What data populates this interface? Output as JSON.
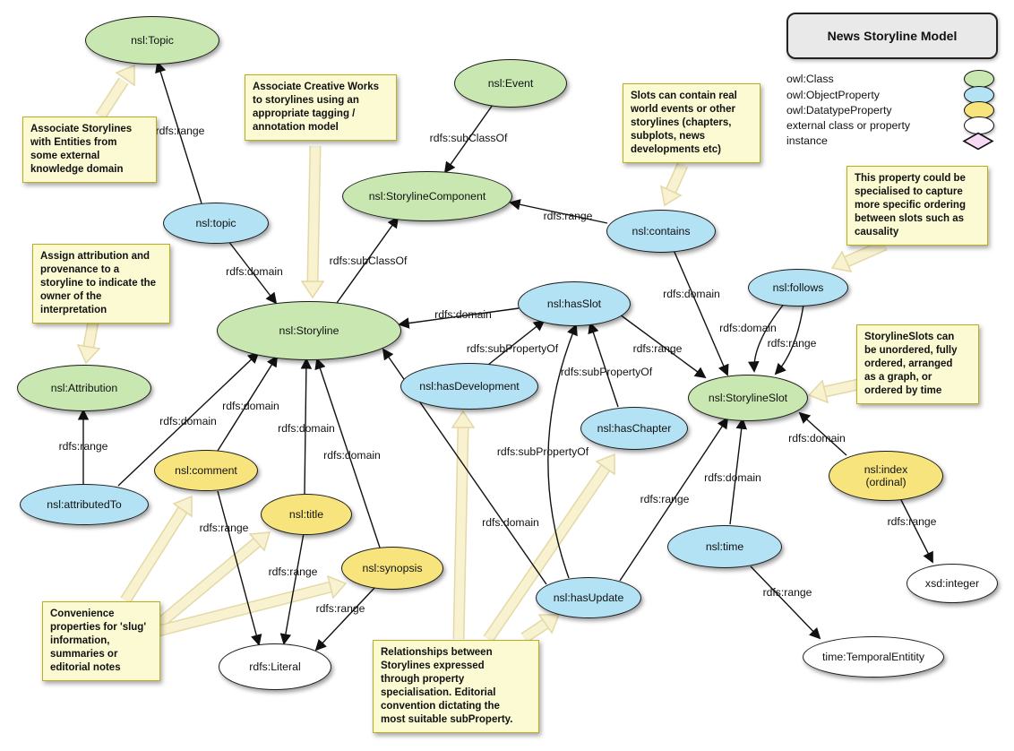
{
  "legend": {
    "title": "News Storyline Model",
    "items": [
      {
        "label": "owl:Class",
        "swatch": "green-ellipse",
        "color": "#c9e7b0"
      },
      {
        "label": "owl:ObjectProperty",
        "swatch": "blue-ellipse",
        "color": "#b3e2f4"
      },
      {
        "label": "owl:DatatypeProperty",
        "swatch": "yellow-ellipse",
        "color": "#f8e47c"
      },
      {
        "label": "external class or property",
        "swatch": "white-ellipse",
        "color": "#ffffff"
      },
      {
        "label": "instance",
        "swatch": "pink-diamond",
        "color": "#f7d9f4"
      }
    ]
  },
  "nodes": [
    {
      "label": "nsl:Topic",
      "type": "owl:Class"
    },
    {
      "label": "nsl:Event",
      "type": "owl:Class"
    },
    {
      "label": "nsl:StorylineComponent",
      "type": "owl:Class"
    },
    {
      "label": "nsl:Storyline",
      "type": "owl:Class"
    },
    {
      "label": "nsl:Attribution",
      "type": "owl:Class"
    },
    {
      "label": "nsl:StorylineSlot",
      "type": "owl:Class"
    },
    {
      "label": "nsl:topic",
      "type": "owl:ObjectProperty"
    },
    {
      "label": "nsl:contains",
      "type": "owl:ObjectProperty"
    },
    {
      "label": "nsl:follows",
      "type": "owl:ObjectProperty"
    },
    {
      "label": "nsl:hasSlot",
      "type": "owl:ObjectProperty"
    },
    {
      "label": "nsl:hasDevelopment",
      "type": "owl:ObjectProperty"
    },
    {
      "label": "nsl:hasChapter",
      "type": "owl:ObjectProperty"
    },
    {
      "label": "nsl:hasUpdate",
      "type": "owl:ObjectProperty"
    },
    {
      "label": "nsl:attributedTo",
      "type": "owl:ObjectProperty"
    },
    {
      "label": "nsl:time",
      "type": "owl:ObjectProperty"
    },
    {
      "label": "nsl:comment",
      "type": "owl:DatatypeProperty"
    },
    {
      "label": "nsl:title",
      "type": "owl:DatatypeProperty"
    },
    {
      "label": "nsl:synopsis",
      "type": "owl:DatatypeProperty"
    },
    {
      "label": "nsl:index\n(ordinal)",
      "type": "owl:DatatypeProperty"
    },
    {
      "label": "rdfs:Literal",
      "type": "external"
    },
    {
      "label": "xsd:integer",
      "type": "external"
    },
    {
      "label": "time:TemporalEntitity",
      "type": "external"
    }
  ],
  "edges": [
    {
      "from": "nsl:topic",
      "to": "nsl:Topic",
      "label": "rdfs:range"
    },
    {
      "from": "nsl:topic",
      "to": "nsl:Storyline",
      "label": "rdfs:domain"
    },
    {
      "from": "nsl:Event",
      "to": "nsl:StorylineComponent",
      "label": "rdfs:subClassOf"
    },
    {
      "from": "nsl:Storyline",
      "to": "nsl:StorylineComponent",
      "label": "rdfs:subClassOf"
    },
    {
      "from": "nsl:contains",
      "to": "nsl:StorylineComponent",
      "label": "rdfs:range"
    },
    {
      "from": "nsl:contains",
      "to": "nsl:StorylineSlot",
      "label": "rdfs:domain"
    },
    {
      "from": "nsl:follows",
      "to": "nsl:StorylineSlot",
      "label": "rdfs:domain"
    },
    {
      "from": "nsl:follows",
      "to": "nsl:StorylineSlot",
      "label": "rdfs:range"
    },
    {
      "from": "nsl:hasSlot",
      "to": "nsl:Storyline",
      "label": "rdfs:domain"
    },
    {
      "from": "nsl:hasSlot",
      "to": "nsl:StorylineSlot",
      "label": "rdfs:range"
    },
    {
      "from": "nsl:hasDevelopment",
      "to": "nsl:hasSlot",
      "label": "rdfs:subPropertyOf"
    },
    {
      "from": "nsl:hasChapter",
      "to": "nsl:hasSlot",
      "label": "rdfs:subPropertyOf"
    },
    {
      "from": "nsl:hasUpdate",
      "to": "nsl:hasSlot",
      "label": "rdfs:subPropertyOf"
    },
    {
      "from": "nsl:attributedTo",
      "to": "nsl:Attribution",
      "label": "rdfs:range"
    },
    {
      "from": "nsl:attributedTo",
      "to": "nsl:Storyline",
      "label": "rdfs:domain"
    },
    {
      "from": "nsl:comment",
      "to": "nsl:Storyline",
      "label": "rdfs:domain"
    },
    {
      "from": "nsl:title",
      "to": "nsl:Storyline",
      "label": "rdfs:domain"
    },
    {
      "from": "nsl:synopsis",
      "to": "nsl:Storyline",
      "label": "rdfs:domain"
    },
    {
      "from": "nsl:hasUpdate",
      "to": "nsl:Storyline",
      "label": "rdfs:domain"
    },
    {
      "from": "nsl:hasUpdate",
      "to": "nsl:StorylineSlot",
      "label": "rdfs:range"
    },
    {
      "from": "nsl:comment",
      "to": "rdfs:Literal",
      "label": "rdfs:range"
    },
    {
      "from": "nsl:title",
      "to": "rdfs:Literal",
      "label": "rdfs:range"
    },
    {
      "from": "nsl:synopsis",
      "to": "rdfs:Literal",
      "label": "rdfs:range"
    },
    {
      "from": "nsl:index (ordinal)",
      "to": "nsl:StorylineSlot",
      "label": "rdfs:domain"
    },
    {
      "from": "nsl:index (ordinal)",
      "to": "xsd:integer",
      "label": "rdfs:range"
    },
    {
      "from": "nsl:time",
      "to": "nsl:StorylineSlot",
      "label": "rdfs:domain"
    },
    {
      "from": "nsl:time",
      "to": "time:TemporalEntitity",
      "label": "rdfs:range"
    }
  ],
  "notes": [
    {
      "text": "Associate Storylines\nwith Entities from\nsome external\nknowledge domain",
      "points_to": [
        "nsl:Topic"
      ]
    },
    {
      "text": "Associate Creative Works\nto storylines using an\nappropriate tagging /\nannotation model",
      "points_to": [
        "nsl:Storyline"
      ]
    },
    {
      "text": "Slots can contain real\nworld events or other\nstorylines (chapters,\nsubplots, news\ndevelopments etc)",
      "points_to": [
        "nsl:contains"
      ]
    },
    {
      "text": "This property could be\nspecialised to capture\nmore specific ordering\nbetween slots such as\ncausality",
      "points_to": [
        "nsl:follows"
      ]
    },
    {
      "text": "StorylineSlots can\nbe unordered, fully\nordered, arranged\nas a graph, or\nordered by time",
      "points_to": [
        "nsl:StorylineSlot"
      ]
    },
    {
      "text": "Assign attribution and\nprovenance to a\nstoryline to indicate the\nowner of  the\ninterpretation",
      "points_to": [
        "nsl:Attribution"
      ]
    },
    {
      "text": "Convenience\nproperties for 'slug'\ninformation,\nsummaries or\neditorial notes",
      "points_to": [
        "nsl:comment",
        "nsl:title",
        "nsl:synopsis"
      ]
    },
    {
      "text": "Relationships between\nStorylines expressed\nthrough property\nspecialisation. Editorial\nconvention dictating the\nmost suitable subProperty.",
      "points_to": [
        "nsl:hasDevelopment",
        "nsl:hasChapter",
        "nsl:hasUpdate"
      ]
    }
  ]
}
